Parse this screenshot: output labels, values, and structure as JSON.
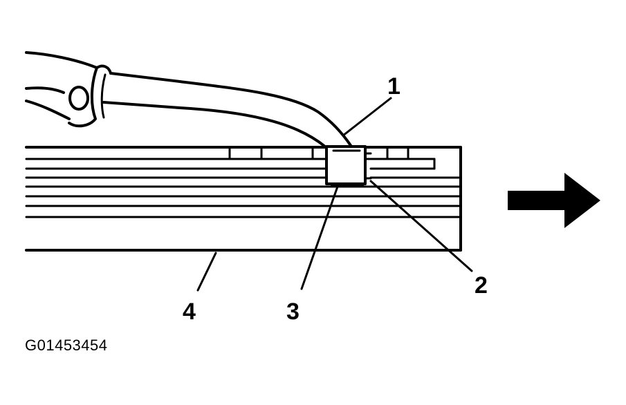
{
  "figure_id": "G01453454",
  "callouts": [
    {
      "id": "1",
      "label": "1"
    },
    {
      "id": "2",
      "label": "2"
    },
    {
      "id": "3",
      "label": "3"
    },
    {
      "id": "4",
      "label": "4"
    }
  ],
  "colors": {
    "ink": "#000000",
    "paper": "#ffffff"
  },
  "icons": {
    "direction_arrow": "arrow-right-icon"
  }
}
